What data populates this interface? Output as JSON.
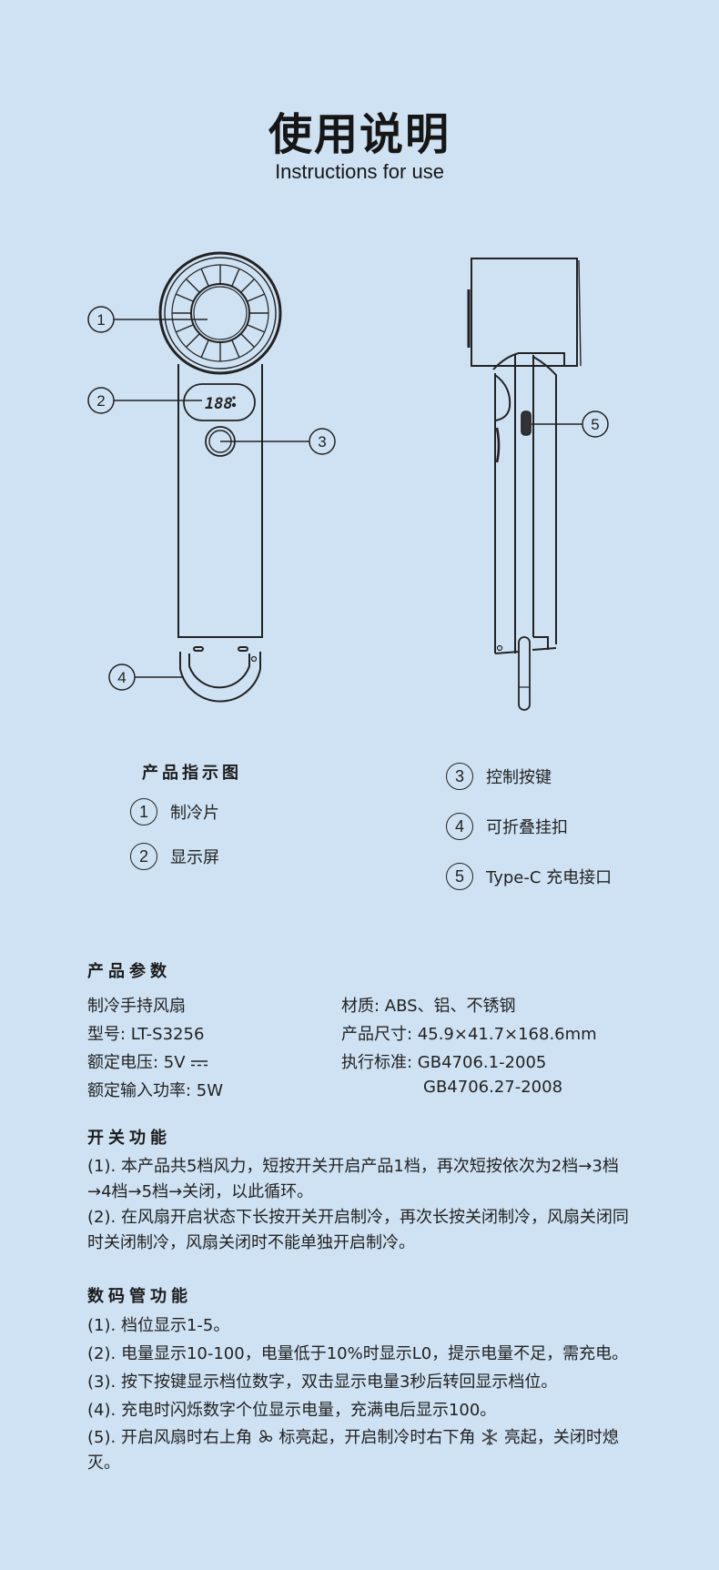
{
  "header": {
    "title_cn": "使用说明",
    "title_en": "Instructions for use"
  },
  "diagram": {
    "front_view_labels": [
      "1",
      "2",
      "3",
      "4"
    ],
    "side_view_labels": [
      "5"
    ],
    "display_digits": "188"
  },
  "legend": {
    "title": "产品指示图",
    "items": [
      {
        "num": "1",
        "label": "制冷片"
      },
      {
        "num": "2",
        "label": "显示屏"
      },
      {
        "num": "3",
        "label": "控制按键"
      },
      {
        "num": "4",
        "label": "可折叠挂扣"
      },
      {
        "num": "5",
        "label": "Type-C 充电接口"
      }
    ]
  },
  "params": {
    "title": "产品参数",
    "left": [
      "制冷手持风扇",
      "型号: LT-S3256",
      "额定电压: 5V",
      "额定输入功率: 5W"
    ],
    "right": [
      "材质: ABS、铝、不锈钢",
      "产品尺寸: 45.9×41.7×168.6mm",
      "执行标准: GB4706.1-2005",
      "GB4706.27-2008"
    ]
  },
  "switch_function": {
    "title": "开关功能",
    "paragraphs": [
      "(1). 本产品共5档风力，短按开关开启产品1档，再次短按依次为2档→3档→4档→5档→关闭，以此循环。",
      "(2). 在风扇开启状态下长按开关开启制冷，再次长按关闭制冷，风扇关闭同时关闭制冷，风扇关闭时不能单独开启制冷。"
    ]
  },
  "display_function": {
    "title": "数码管功能",
    "paragraphs": [
      "(1). 档位显示1-5。",
      "(2). 电量显示10-100，电量低于10%时显示L0，提示电量不足，需充电。",
      "(3). 按下按键显示档位数字，双击显示电量3秒后转回显示档位。",
      "(4). 充电时闪烁数字个位显示电量，充满电后显示100。"
    ],
    "p5_part1": "(5). 开启风扇时右上角",
    "p5_fan_icon": "fan-icon",
    "p5_part2": "标亮起，开启制冷时右下角",
    "p5_snow_icon": "snowflake-icon",
    "p5_part3": "亮起，关闭时熄灭。"
  },
  "colors": {
    "background": "#cfe2f3",
    "text": "#1c1c1c",
    "line": "#222222"
  }
}
